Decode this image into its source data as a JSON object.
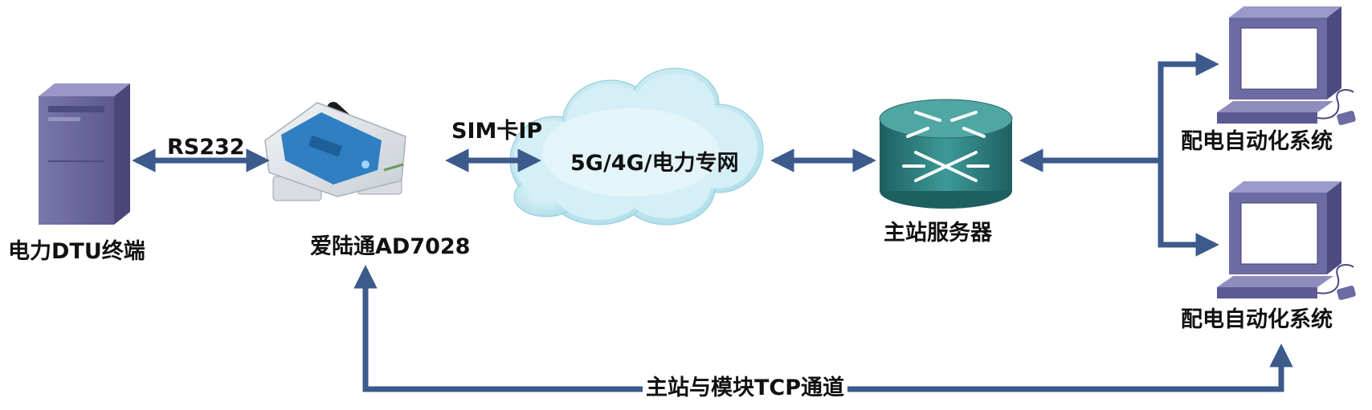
{
  "nodes": {
    "dtu": {
      "label": "电力DTU终端"
    },
    "modem": {
      "label": "爱陆通AD7028"
    },
    "network": {
      "label": "5G/4G/电力专网"
    },
    "server": {
      "label": "主站服务器"
    },
    "pc1": {
      "label": "配电自动化系统"
    },
    "pc2": {
      "label": "配电自动化系统"
    }
  },
  "links": {
    "rs232": {
      "label": "RS232"
    },
    "sim": {
      "label": "SIM卡IP"
    },
    "tcp": {
      "label": "主站与模块TCP通道"
    }
  },
  "colors": {
    "arrow": "#3c5a8c",
    "tower": "#6e6a9e",
    "cloud": "#bfe6f0",
    "router": "#2f7f7f",
    "pc": "#6d6ba3"
  }
}
